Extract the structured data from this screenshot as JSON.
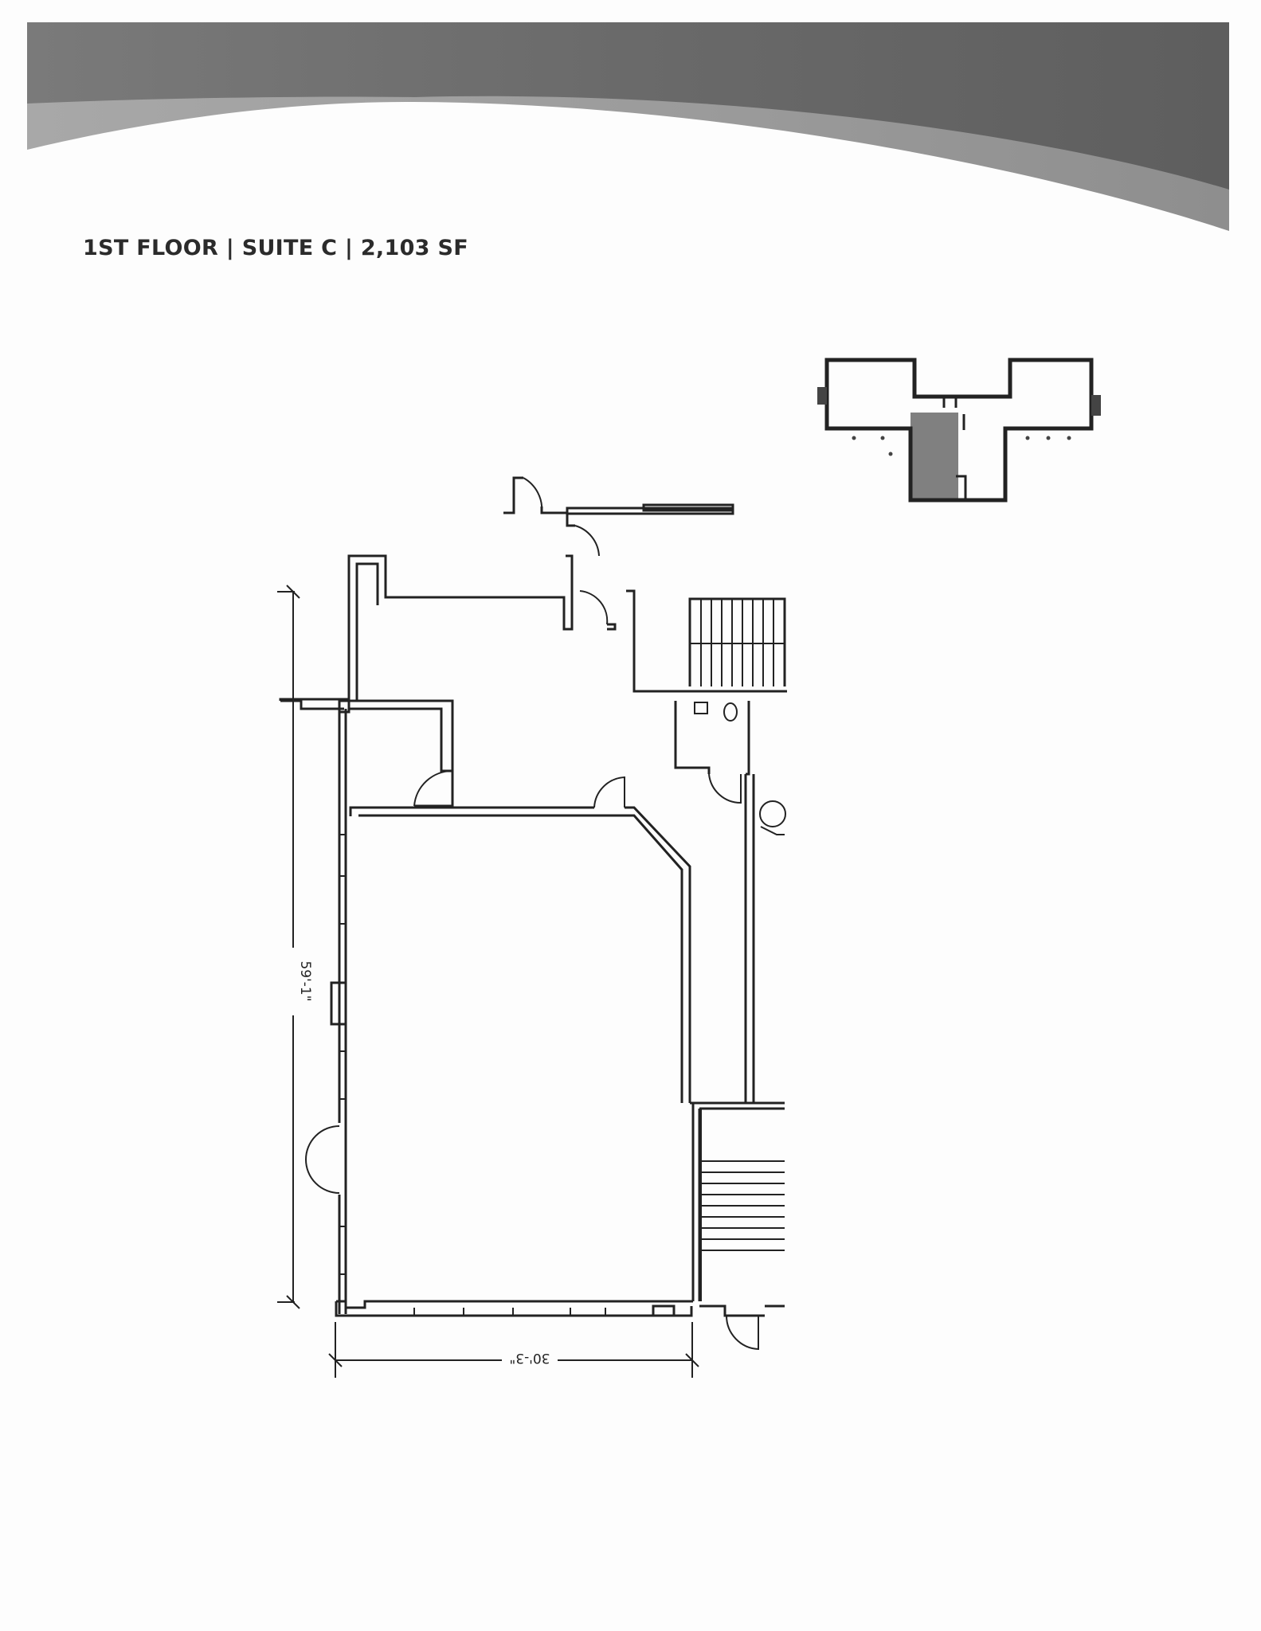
{
  "header": {
    "title": "1ST FLOOR | SUITE C | 2,103 SF"
  },
  "plan": {
    "dimension_vertical": "59'-1\"",
    "dimension_horizontal": "30'-3\""
  },
  "colors": {
    "banner_dark": "#6a6a6a",
    "banner_light": "#9a9a9a",
    "highlight": "#808080",
    "line": "#222222"
  }
}
